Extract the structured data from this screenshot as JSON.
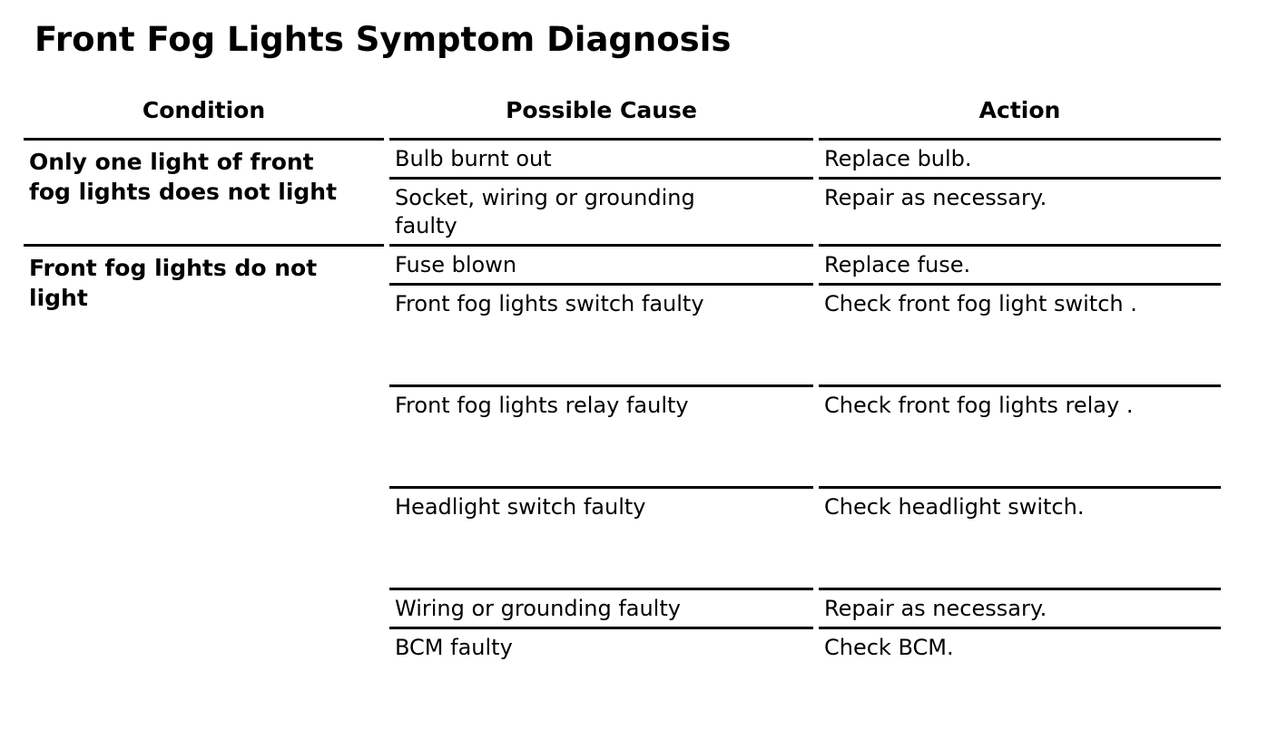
{
  "title": "Front Fog Lights Symptom Diagnosis",
  "colors": {
    "text": "#000000",
    "background": "#ffffff",
    "rule": "#000000"
  },
  "table": {
    "headers": [
      "Condition",
      "Possible Cause",
      "Action"
    ],
    "sections": [
      {
        "condition": "Only one light of front\nfog lights does not light",
        "rows": [
          {
            "cause": "Bulb burnt out",
            "action": "Replace bulb.",
            "extra_space": false
          },
          {
            "cause": "Socket, wiring or grounding\nfaulty",
            "action": "Repair as necessary.",
            "extra_space": false
          }
        ]
      },
      {
        "condition": "Front fog lights do not\nlight",
        "rows": [
          {
            "cause": "Fuse blown",
            "action": "Replace fuse.",
            "extra_space": false
          },
          {
            "cause": "Front fog lights switch faulty",
            "action": "Check front fog light switch .",
            "extra_space": true
          },
          {
            "cause": "Front fog lights relay faulty",
            "action": "Check front fog lights relay .",
            "extra_space": true
          },
          {
            "cause": "Headlight switch faulty",
            "action": "Check headlight switch.",
            "extra_space": true
          },
          {
            "cause": "Wiring or grounding faulty",
            "action": "Repair as necessary.",
            "extra_space": false
          },
          {
            "cause": "BCM faulty",
            "action": "Check BCM.",
            "extra_space": false
          }
        ]
      }
    ]
  }
}
